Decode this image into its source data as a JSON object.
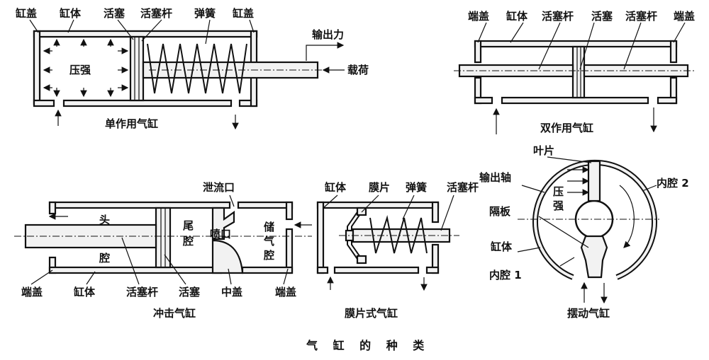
{
  "title": "气 缸 的 种 类",
  "single_acting": {
    "caption": "单作用气缸",
    "labels": {
      "cap_left": "缸盖",
      "body": "缸体",
      "piston": "活塞",
      "rod": "活塞杆",
      "spring": "弹簧",
      "cap_right": "缸盖",
      "output_force": "输出力",
      "load": "载荷",
      "pressure": "压强"
    }
  },
  "double_acting": {
    "caption": "双作用气缸",
    "labels": {
      "end_cap_left": "端盖",
      "body": "缸体",
      "rod_left": "活塞杆",
      "piston": "活塞",
      "rod_right": "活塞杆",
      "end_cap_right": "端盖"
    }
  },
  "impact": {
    "caption": "冲击气缸",
    "labels": {
      "relief_port": "泄流口",
      "head": "头",
      "cavity": "腔",
      "tail_1": "尾",
      "tail_2": "腔",
      "nozzle": "喷口",
      "store_1": "储",
      "store_2": "气",
      "store_3": "腔",
      "end_cap_left": "端盖",
      "body": "缸体",
      "rod": "活塞杆",
      "piston": "活塞",
      "middle_cap": "中盖",
      "end_cap_right": "端盖"
    }
  },
  "diaphragm": {
    "caption": "膜片式气缸",
    "labels": {
      "body": "缸体",
      "diaphragm": "膜片",
      "spring": "弹簧",
      "rod": "活塞杆"
    }
  },
  "swing": {
    "caption": "摆动气缸",
    "labels": {
      "vane": "叶片",
      "output_shaft": "输出轴",
      "pressure_1": "压",
      "pressure_2": "强",
      "inner_chamber_2": "内腔 2",
      "partition": "隔板",
      "body": "缸体",
      "inner_chamber_1": "内腔 1"
    }
  }
}
